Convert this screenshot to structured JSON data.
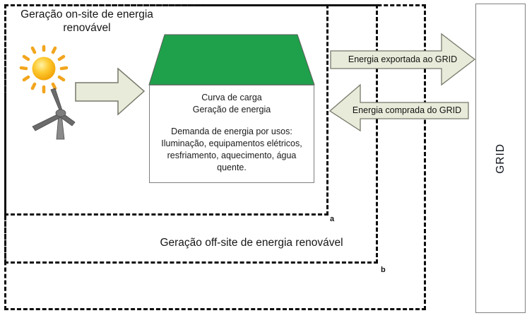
{
  "diagram": {
    "onsite_title": "Geração on-site de energia renovável",
    "offsite_title": "Geração off-site de energia renovável",
    "marker_a": "a",
    "marker_b": "b",
    "house": {
      "load_line1": "Curva de carga",
      "load_line2": "Geração de energia",
      "demand_text": "Demanda de energia por usos: Iluminação, equipamentos elétricos, resfriamento, aquecimento, água quente."
    },
    "export_arrow_label": "Energia exportada ao GRID",
    "import_arrow_label": "Energia comprada do GRID",
    "grid_label": "GRID",
    "icons": {
      "sun": "sun-icon",
      "wind_turbine": "wind-turbine-icon",
      "generation_arrow": "arrow-right-icon",
      "export_arrow": "arrow-right-icon",
      "import_arrow": "arrow-left-icon"
    },
    "colors": {
      "roof_green": "#1FA04A",
      "arrow_fill": "#E9EBDA",
      "arrow_stroke": "#75796A",
      "shape_stroke": "#5F5F5F",
      "sun_orange": "#F2A51D",
      "turbine_gray": "#6B6B6B",
      "dash_black": "#0D0D0D"
    }
  }
}
